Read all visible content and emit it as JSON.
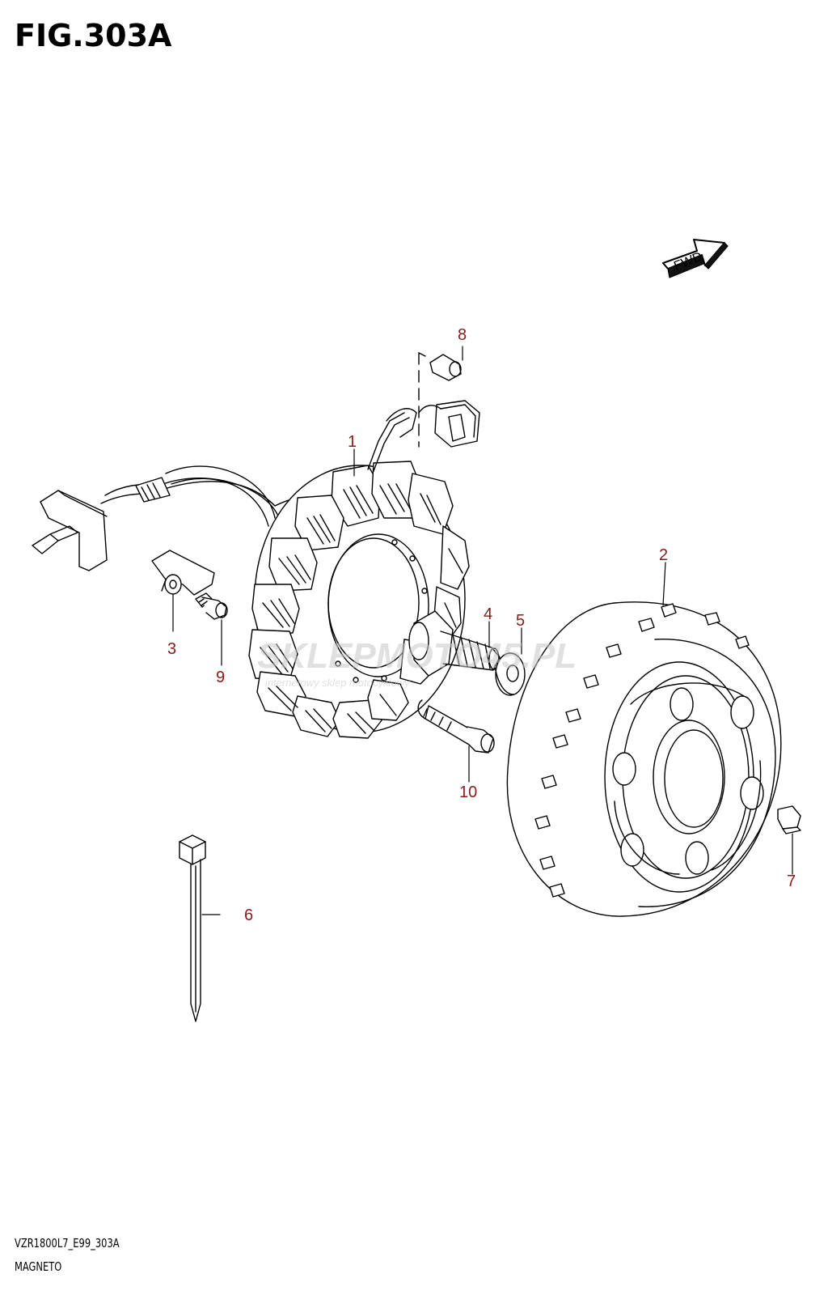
{
  "figure": {
    "title": "FIG.303A",
    "model_code": "VZR1800L7_E99_303A",
    "section_name": "MAGNETO",
    "direction_label": "FWD"
  },
  "watermark": {
    "text": "SKLEPMOTO45.PL",
    "subtitle": "internetowy sklep motocyklowy"
  },
  "callouts": [
    {
      "id": "1",
      "label": "1"
    },
    {
      "id": "2",
      "label": "2"
    },
    {
      "id": "3",
      "label": "3"
    },
    {
      "id": "4",
      "label": "4"
    },
    {
      "id": "5",
      "label": "5"
    },
    {
      "id": "6",
      "label": "6"
    },
    {
      "id": "7",
      "label": "7"
    },
    {
      "id": "8",
      "label": "8"
    },
    {
      "id": "9",
      "label": "9"
    },
    {
      "id": "10",
      "label": "10"
    }
  ],
  "colors": {
    "callout": "#8b1a1a",
    "line": "#000000",
    "watermark": "#c8c8c8",
    "watermark_accent": "#e8a0a0"
  },
  "icons": [
    "fwd-arrow-icon"
  ]
}
